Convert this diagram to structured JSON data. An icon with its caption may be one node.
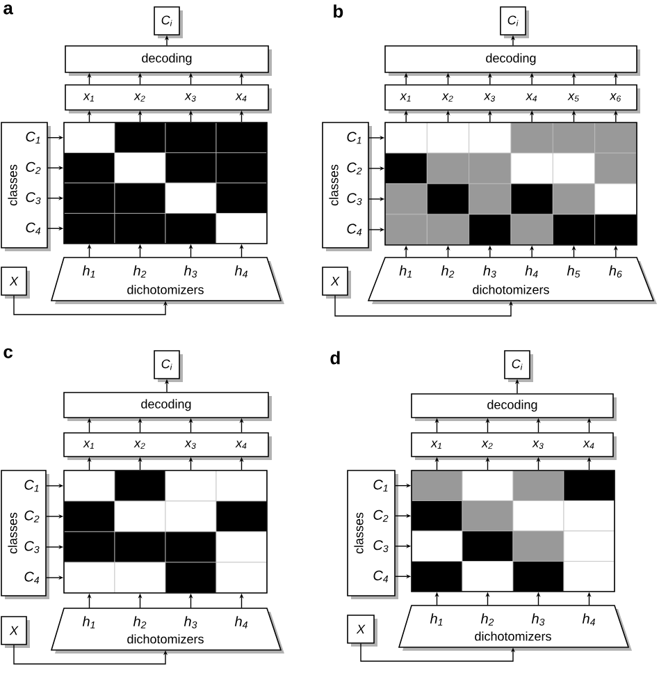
{
  "diagram": {
    "nodes": [
      {
        "text": [
          "C$_{i}$"
        ]
      },
      {
        "text": [
          "decoding"
        ]
      },
      {
        "text": [
          "x$_{1}$",
          "x$_{2}$",
          "x$_{3}$",
          "x$_{4}$"
        ]
      },
      {
        "text": [
          "classes",
          "C$_{1}$",
          "C$_{2}$",
          "C$_{3}$",
          "C$_{4}$"
        ]
      },
      {
        "text": [],
        "shape": "box"
      },
      {
        "text": [
          "h$_{1}$",
          "h$_{2}$",
          "h$_{3}$",
          "h$_{4}$",
          "dichotomizers"
        ]
      },
      {
        "text": [
          "X"
        ]
      },
      {
        "text": [
          "C$_{i}$"
        ]
      },
      {
        "text": [
          "decoding"
        ]
      },
      {
        "text": [
          "x$_{1}$",
          "x$_{2}$",
          "x$_{3}$",
          "x$_{4}$",
          "x$_{5}$",
          "x$_{6}$"
        ]
      },
      {
        "text": [
          "classes",
          "C$_{1}$",
          "C$_{2}$",
          "C$_{3}$",
          "C$_{4}$"
        ]
      },
      {
        "text": [],
        "shape": "box"
      },
      {
        "text": [
          "h$_{1}$",
          "h$_{2}$",
          "h$_{3}$",
          "h$_{4}$",
          "h$_{5}$",
          "h$_{6}$",
          "dichotomizers"
        ]
      },
      {
        "text": [
          "X"
        ]
      },
      {
        "text": [
          "C$_{i}$"
        ]
      },
      {
        "text": [
          "decoding"
        ]
      },
      {
        "text": [
          "x$_{1}$",
          "x$_{2}$",
          "x$_{3}$",
          "x$_{4}$"
        ]
      },
      {
        "text": [
          "classes",
          "C$_{1}$",
          "C$_{2}$",
          "C$_{3}$",
          "C$_{4}$"
        ]
      },
      {
        "text": [],
        "shape": "box"
      },
      {
        "text": [
          "h$_{1}$",
          "h$_{2}$",
          "h$_{3}$",
          "h$_{4}$",
          "dichotomizers"
        ]
      },
      {
        "text": [
          "X"
        ]
      },
      {
        "text": [
          "C$_{i}$"
        ]
      },
      {
        "text": [
          "decoding"
        ]
      },
      {
        "text": [
          "x$_{1}$",
          "x$_{2}$",
          "x$_{3}$",
          "x$_{4}$"
        ]
      },
      {
        "text": [
          "classes",
          "C$_{1}$",
          "C$_{2}$",
          "C$_{3}$",
          "C$_{4}$"
        ]
      },
      {
        "text": [],
        "shape": "box"
      },
      {
        "text": [
          "h$_{1}$",
          "h$_{2}$",
          "h$_{3}$",
          "h$_{4}$",
          "dichotomizers"
        ]
      },
      {
        "text": [
          "X"
        ]
      }
    ],
    "edges": [
      {
        "from": 1,
        "to": 0,
        "arrow": "to"
      },
      {
        "from": 2,
        "to": 1,
        "arrow": "to"
      },
      {
        "from": 2,
        "to": 1,
        "arrow": "to"
      },
      {
        "from": 2,
        "to": 1,
        "arrow": "to"
      },
      {
        "from": 2,
        "to": 1,
        "arrow": "to"
      },
      {
        "from": 4,
        "to": 2,
        "arrow": "to"
      },
      {
        "from": 4,
        "to": 2,
        "arrow": "to"
      },
      {
        "from": 4,
        "to": 2,
        "arrow": "to"
      },
      {
        "from": 4,
        "to": 2,
        "arrow": "to"
      },
      {
        "from": 3,
        "to": 4,
        "arrow": "to"
      },
      {
        "from": 3,
        "to": 4,
        "arrow": "to"
      },
      {
        "from": 3,
        "to": 4,
        "arrow": "to"
      },
      {
        "from": 3,
        "to": 4,
        "arrow": "to"
      },
      {
        "from": 5,
        "to": 4,
        "arrow": "to"
      },
      {
        "from": 5,
        "to": 4,
        "arrow": "to"
      },
      {
        "from": 5,
        "to": 4,
        "arrow": "to"
      },
      {
        "from": 5,
        "to": 4,
        "arrow": "to"
      },
      {
        "from": 6,
        "to": 5,
        "arrow": "to"
      },
      {
        "from": 8,
        "to": 7,
        "arrow": "to"
      },
      {
        "from": 9,
        "to": 8,
        "arrow": "to"
      },
      {
        "from": 9,
        "to": 8,
        "arrow": "to"
      },
      {
        "from": 9,
        "to": 8,
        "arrow": "to"
      },
      {
        "from": 9,
        "to": 8,
        "arrow": "to"
      },
      {
        "from": 9,
        "to": 8,
        "arrow": "to"
      },
      {
        "from": 9,
        "to": 8,
        "arrow": "to"
      },
      {
        "from": 11,
        "to": 9,
        "arrow": "to"
      },
      {
        "from": 11,
        "to": 9,
        "arrow": "to"
      },
      {
        "from": 11,
        "to": 9,
        "arrow": "to"
      },
      {
        "from": 11,
        "to": 9,
        "arrow": "to"
      },
      {
        "from": 11,
        "to": 9,
        "arrow": "to"
      },
      {
        "from": 11,
        "to": 9,
        "arrow": "to"
      },
      {
        "from": 10,
        "to": 11,
        "arrow": "to"
      },
      {
        "from": 10,
        "to": 11,
        "arrow": "to"
      },
      {
        "from": 10,
        "to": 11,
        "arrow": "to"
      },
      {
        "from": 10,
        "to": 11,
        "arrow": "to"
      },
      {
        "from": 12,
        "to": 11,
        "arrow": "to"
      },
      {
        "from": 12,
        "to": 11,
        "arrow": "to"
      },
      {
        "from": 12,
        "to": 11,
        "arrow": "to"
      },
      {
        "from": 12,
        "to": 11,
        "arrow": "to"
      },
      {
        "from": 12,
        "to": 11,
        "arrow": "to"
      },
      {
        "from": 12,
        "to": 11,
        "arrow": "to"
      },
      {
        "from": 13,
        "to": 12,
        "arrow": "to"
      },
      {
        "from": 15,
        "to": 14,
        "arrow": "to"
      },
      {
        "from": 16,
        "to": 15,
        "arrow": "to"
      },
      {
        "from": 16,
        "to": 15,
        "arrow": "to"
      },
      {
        "from": 16,
        "to": 15,
        "arrow": "to"
      },
      {
        "from": 16,
        "to": 15,
        "arrow": "to"
      },
      {
        "from": 18,
        "to": 16,
        "arrow": "to"
      },
      {
        "from": 18,
        "to": 16,
        "arrow": "to"
      },
      {
        "from": 18,
        "to": 16,
        "arrow": "to"
      },
      {
        "from": 18,
        "to": 16,
        "arrow": "to"
      },
      {
        "from": 17,
        "to": 18,
        "arrow": "to"
      },
      {
        "from": 17,
        "to": 18,
        "arrow": "to"
      },
      {
        "from": 17,
        "to": 18,
        "arrow": "to"
      },
      {
        "from": 17,
        "to": 18,
        "arrow": "to"
      },
      {
        "from": 19,
        "to": 18,
        "arrow": "to"
      },
      {
        "from": 19,
        "to": 18,
        "arrow": "to"
      },
      {
        "from": 19,
        "to": 18,
        "arrow": "to"
      },
      {
        "from": 19,
        "to": 18,
        "arrow": "to"
      },
      {
        "from": 20,
        "to": 19,
        "arrow": "to"
      },
      {
        "from": 22,
        "to": 21,
        "arrow": "to"
      },
      {
        "from": 23,
        "to": 22,
        "arrow": "to"
      },
      {
        "from": 23,
        "to": 22,
        "arrow": "to"
      },
      {
        "from": 23,
        "to": 22,
        "arrow": "to"
      },
      {
        "from": 23,
        "to": 22,
        "arrow": "to"
      },
      {
        "from": 25,
        "to": 23,
        "arrow": "to"
      },
      {
        "from": 25,
        "to": 23,
        "arrow": "to"
      },
      {
        "from": 25,
        "to": 23,
        "arrow": "to"
      },
      {
        "from": 25,
        "to": 23,
        "arrow": "to"
      },
      {
        "from": 24,
        "to": 25,
        "arrow": "to"
      },
      {
        "from": 24,
        "to": 25,
        "arrow": "to"
      },
      {
        "from": 24,
        "to": 25,
        "arrow": "to"
      },
      {
        "from": 24,
        "to": 25,
        "arrow": "to"
      },
      {
        "from": 26,
        "to": 25,
        "arrow": "to"
      },
      {
        "from": 26,
        "to": 25,
        "arrow": "to"
      },
      {
        "from": 26,
        "to": 25,
        "arrow": "to"
      },
      {
        "from": 26,
        "to": 25,
        "arrow": "to"
      },
      {
        "from": 27,
        "to": 26,
        "arrow": "to"
      }
    ],
    "labels": [
      "a",
      "b",
      "c",
      "d"
    ]
  }
}
